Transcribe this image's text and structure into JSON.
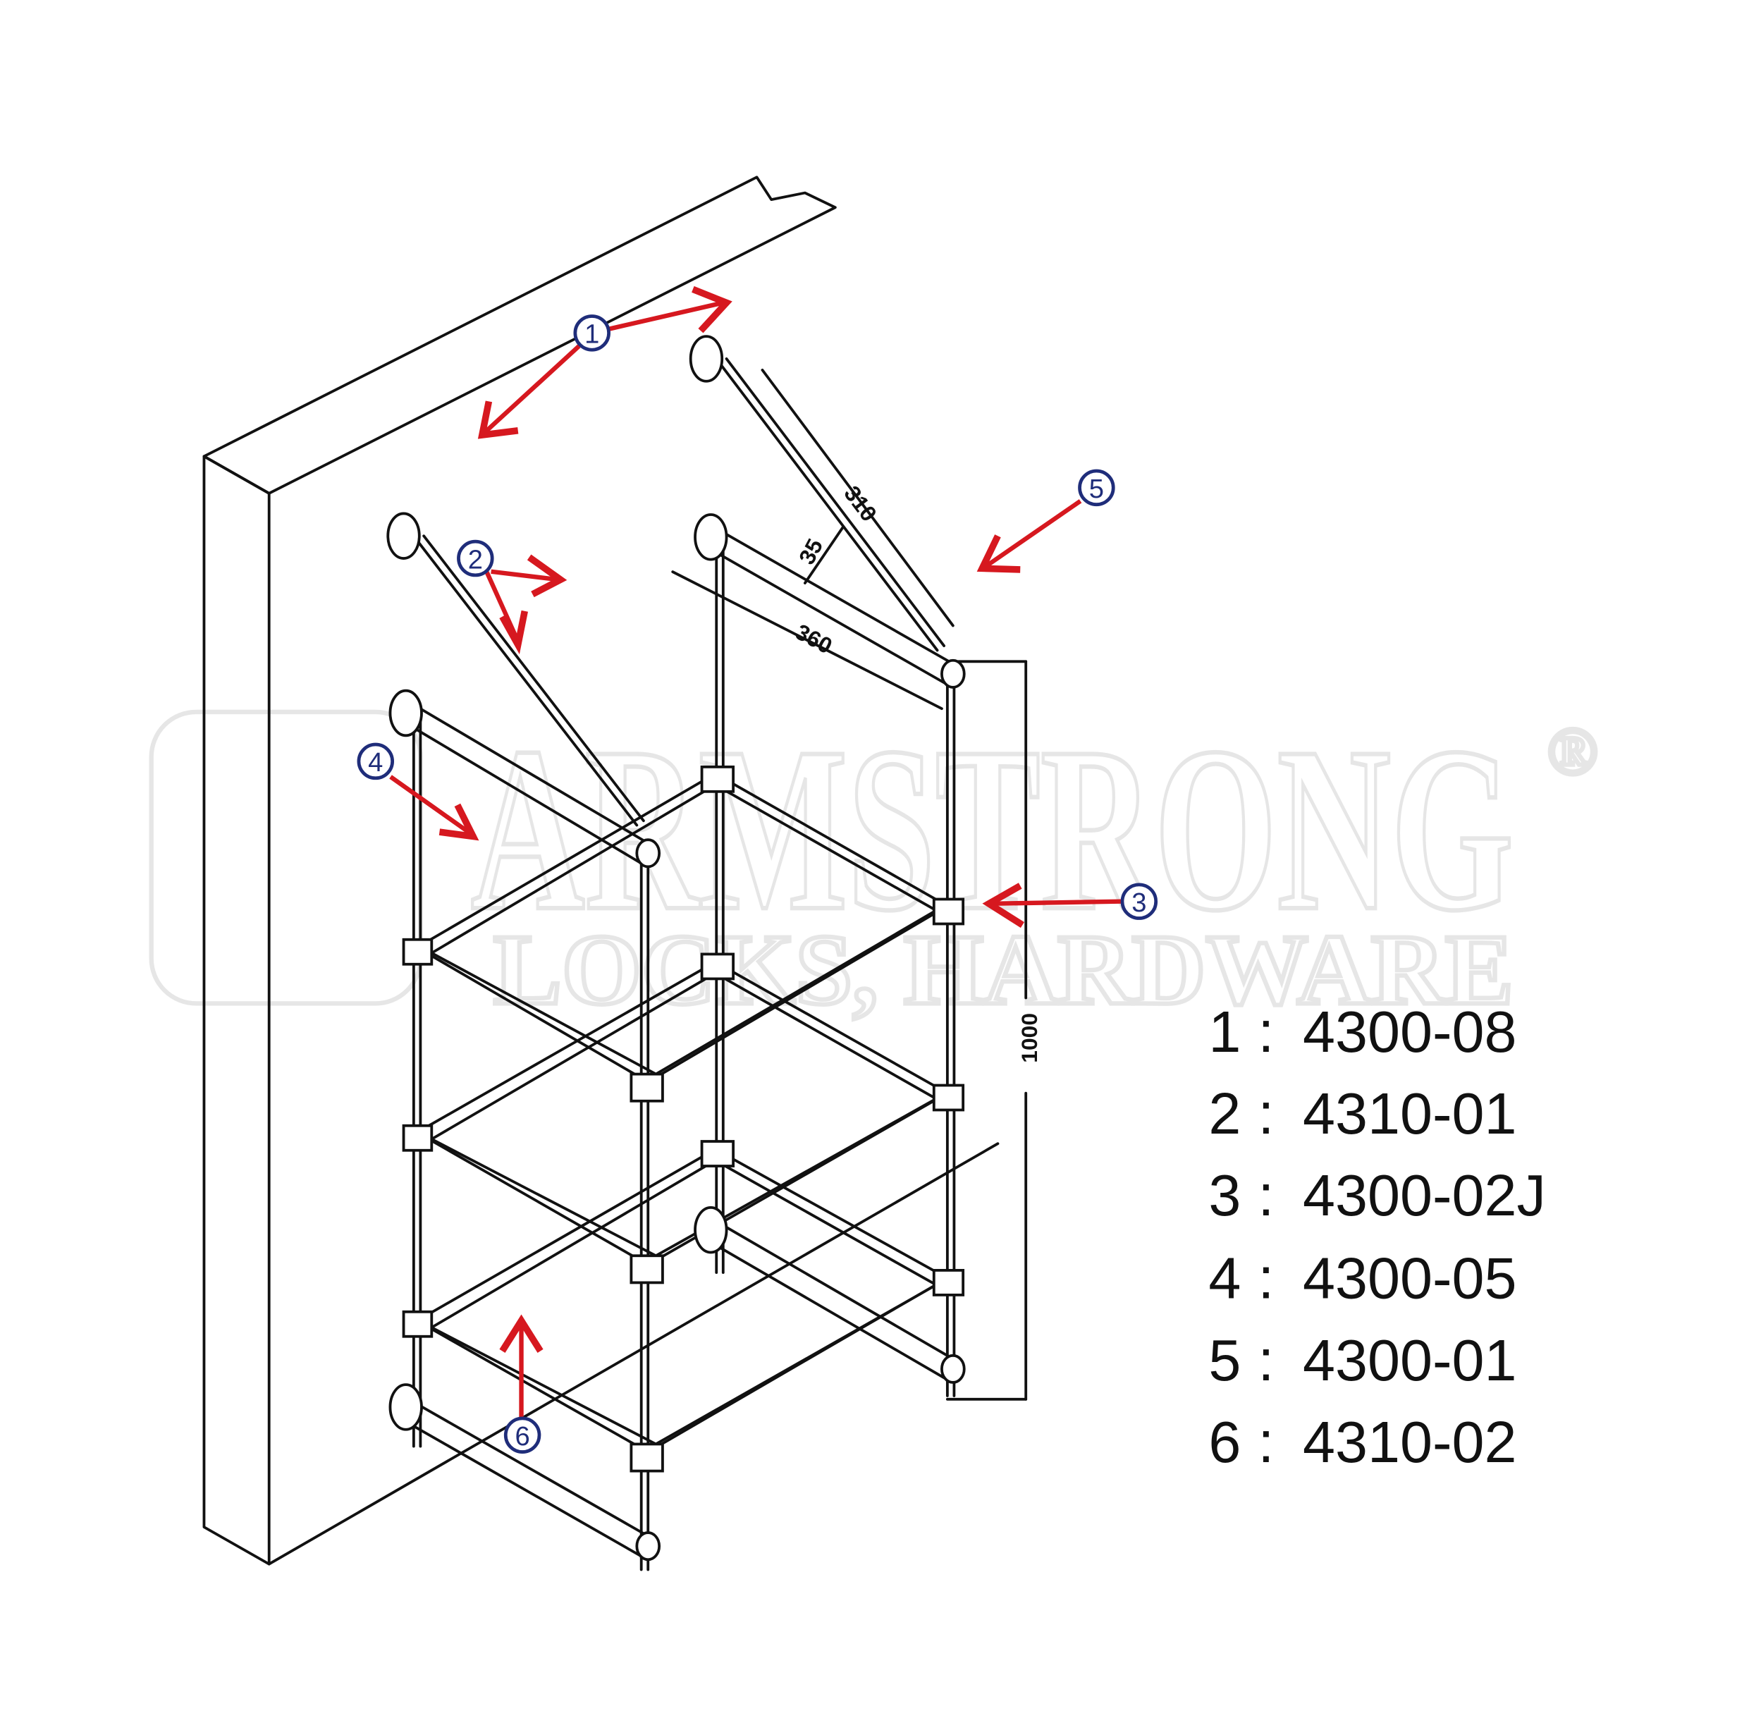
{
  "watermark": {
    "brand": "ARMSTRONG",
    "tagline": "LOCKS, HARDWARE",
    "registered": "®"
  },
  "dimensions": {
    "brace_length": "310",
    "offset": "35",
    "rail_length": "360",
    "height": "1000"
  },
  "callouts": [
    "1",
    "2",
    "3",
    "4",
    "5",
    "6"
  ],
  "legend": [
    {
      "num": "1",
      "sep": ":",
      "part": "4300-08"
    },
    {
      "num": "2",
      "sep": ":",
      "part": "4310-01"
    },
    {
      "num": "3",
      "sep": ":",
      "part": "4300-02J"
    },
    {
      "num": "4",
      "sep": ":",
      "part": "4300-05"
    },
    {
      "num": "5",
      "sep": ":",
      "part": "4300-01"
    },
    {
      "num": "6",
      "sep": ":",
      "part": "4310-02"
    }
  ],
  "colors": {
    "arrow": "#d6181f",
    "callout": "#1f2d7a"
  }
}
